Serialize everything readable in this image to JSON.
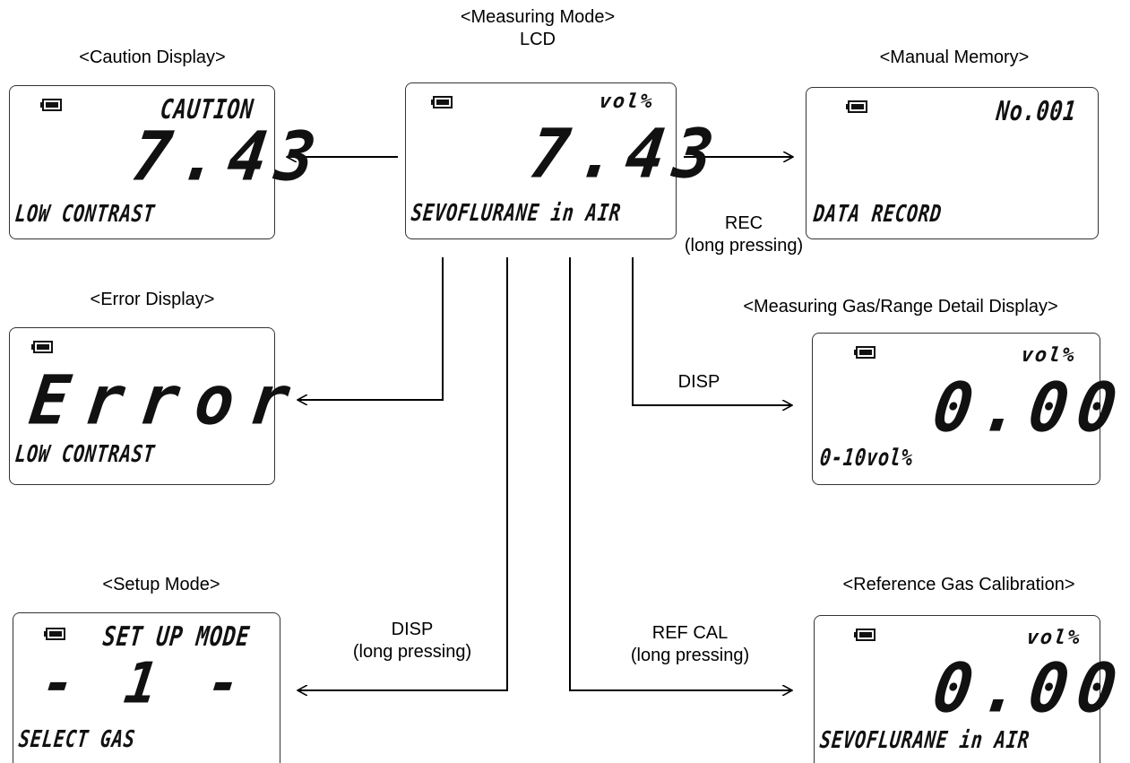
{
  "measuring_mode": {
    "title_line1": "<Measuring Mode>",
    "title_line2": "LCD",
    "unit": "vol%",
    "value": "7.43",
    "bottom": "SEVOFLURANE in AIR",
    "icon": "battery-icon"
  },
  "caution_display": {
    "title": "<Caution Display>",
    "status": "CAUTION",
    "value": "7.43",
    "bottom": "LOW CONTRAST",
    "icon": "battery-icon"
  },
  "manual_memory": {
    "title": "<Manual Memory>",
    "record_no": "No.001",
    "bottom": "DATA RECORD",
    "icon": "battery-icon"
  },
  "error_display": {
    "title": "<Error Display>",
    "value": "Error",
    "bottom": "LOW CONTRAST",
    "icon": "battery-icon"
  },
  "range_detail": {
    "title": "<Measuring Gas/Range Detail Display>",
    "unit": "vol%",
    "value": "0.00",
    "bottom": "0-10vol%",
    "icon": "battery-icon"
  },
  "setup_mode": {
    "title": "<Setup Mode>",
    "header": "SET UP MODE",
    "value": "- 1 -",
    "bottom": "SELECT GAS",
    "icon": "battery-icon"
  },
  "reference_cal": {
    "title": "<Reference Gas Calibration>",
    "unit": "vol%",
    "value": "0.00",
    "bottom": "SEVOFLURANE in AIR",
    "icon": "battery-icon"
  },
  "labels": {
    "rec_line1": "REC",
    "rec_line2": "(long pressing)",
    "disp": "DISP",
    "disp_long_line1": "DISP",
    "disp_long_line2": "(long pressing)",
    "refcal_line1": "REF CAL",
    "refcal_line2": "(long pressing)"
  }
}
